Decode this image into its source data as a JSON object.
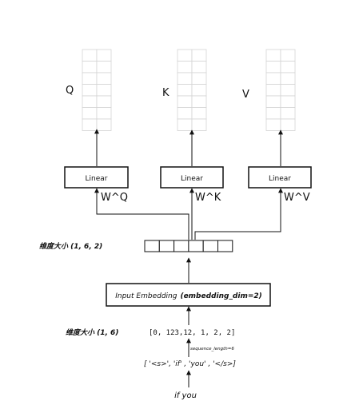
{
  "matrices": {
    "q_label": "Q",
    "k_label": "K",
    "v_label": "V",
    "rows": 7,
    "cols": 2
  },
  "linear": {
    "q_label": "Linear",
    "k_label": "Linear",
    "v_label": "Linear"
  },
  "weights": {
    "q": "W^Q",
    "k": "W^K",
    "v": "W^V"
  },
  "embedding_shape_label": "维度大小 (1, 6, 2)",
  "embedding_cells": 6,
  "input_embedding": {
    "prefix": "Input Embedding",
    "param": "(embedding_dim=2)"
  },
  "token_ids_shape_label": "维度大小 (1, 6)",
  "token_ids": "[0, 123,12, 1, 2, 2]",
  "sequence_length_note": "sequence_length=6",
  "tokens": "[ '<s>', 'if' , 'you' , '</s>]",
  "input_text": "if you"
}
